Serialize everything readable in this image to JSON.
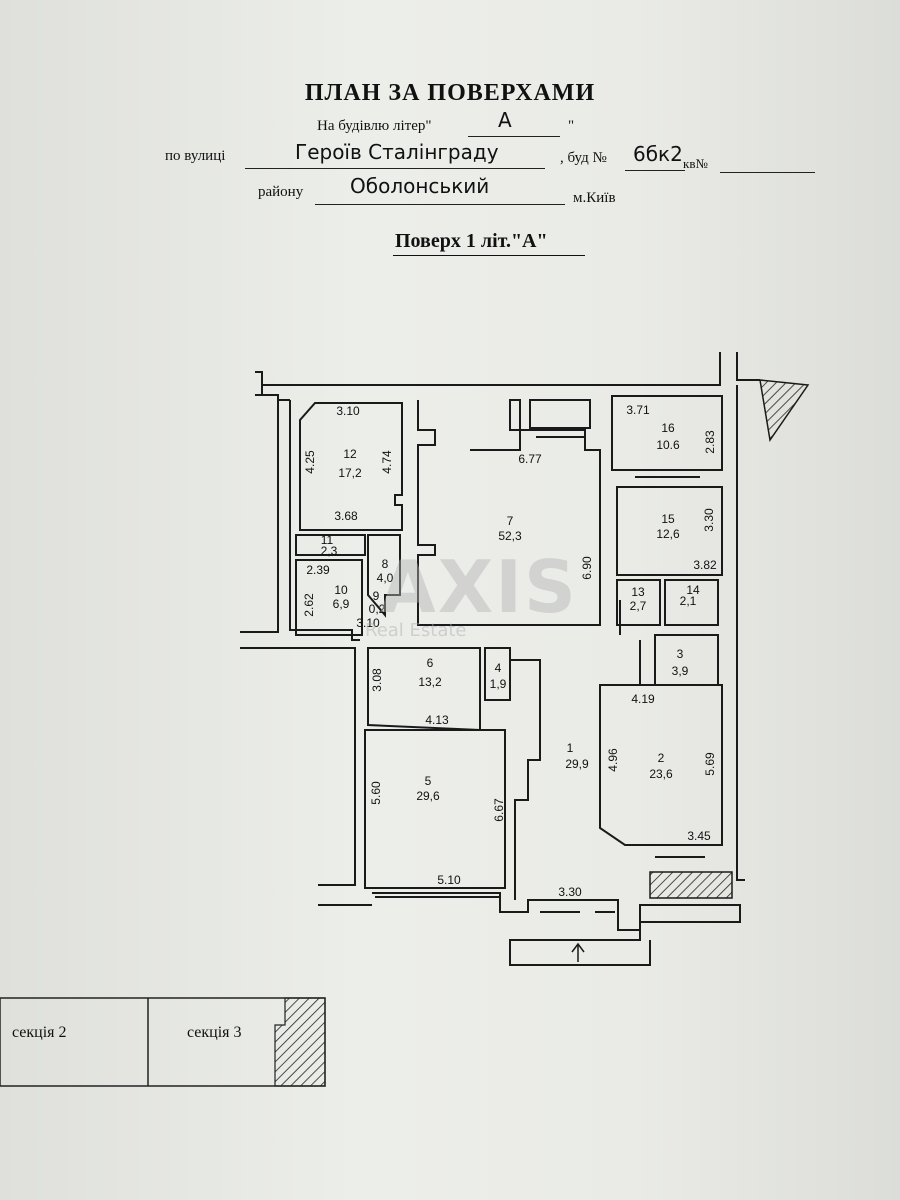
{
  "header": {
    "title": "ПЛАН ЗА ПОВЕРХАМИ",
    "building_prefix": "На будівлю літер\"",
    "building_letter": "А",
    "building_suffix": "\"",
    "street_prefix": "по вулиці",
    "street_value": "Героїв Сталінграду",
    "house_prefix": ", буд №",
    "house_value": "6бк2",
    "apt_prefix": "кв№",
    "district_prefix": "району",
    "district_value": "Оболонський",
    "city": "м.Київ",
    "floor_label": "Поверх  1  літ.\"А\""
  },
  "rooms": [
    {
      "id": "r12",
      "num": "12",
      "area": "17,2"
    },
    {
      "id": "r7",
      "num": "7",
      "area": "52,3"
    },
    {
      "id": "r16",
      "num": "16",
      "area": "10.6"
    },
    {
      "id": "r15",
      "num": "15",
      "area": "12,6"
    },
    {
      "id": "r11",
      "num": "11",
      "area": "2,3"
    },
    {
      "id": "r8",
      "num": "8",
      "area": "4,0"
    },
    {
      "id": "r10",
      "num": "10",
      "area": "6,9"
    },
    {
      "id": "r9",
      "num": "9",
      "area": "0,2"
    },
    {
      "id": "r13",
      "num": "13",
      "area": "2,7"
    },
    {
      "id": "r14",
      "num": "14",
      "area": "2,1"
    },
    {
      "id": "r3",
      "num": "3",
      "area": "3,9"
    },
    {
      "id": "r6",
      "num": "6",
      "area": "13,2"
    },
    {
      "id": "r4",
      "num": "4",
      "area": "1,9"
    },
    {
      "id": "r1",
      "num": "1",
      "area": "29,9"
    },
    {
      "id": "r2",
      "num": "2",
      "area": "23,6"
    },
    {
      "id": "r5",
      "num": "5",
      "area": "29,6"
    }
  ],
  "dimensions": [
    "3.10",
    "4.25",
    "4.74",
    "3.68",
    "6.77",
    "6.90",
    "3.71",
    "2.83",
    "3.30",
    "3.82",
    "2.39",
    "2.62",
    "3.10",
    "3.08",
    "4.13",
    "5.60",
    "6.67",
    "5.10",
    "3.30",
    "4.19",
    "4.96",
    "5.69",
    "3.45"
  ],
  "sections": {
    "s2": "секція 2",
    "s3": "секція 3"
  },
  "watermark": {
    "main": "AXIS",
    "sub": "Real Estate"
  }
}
